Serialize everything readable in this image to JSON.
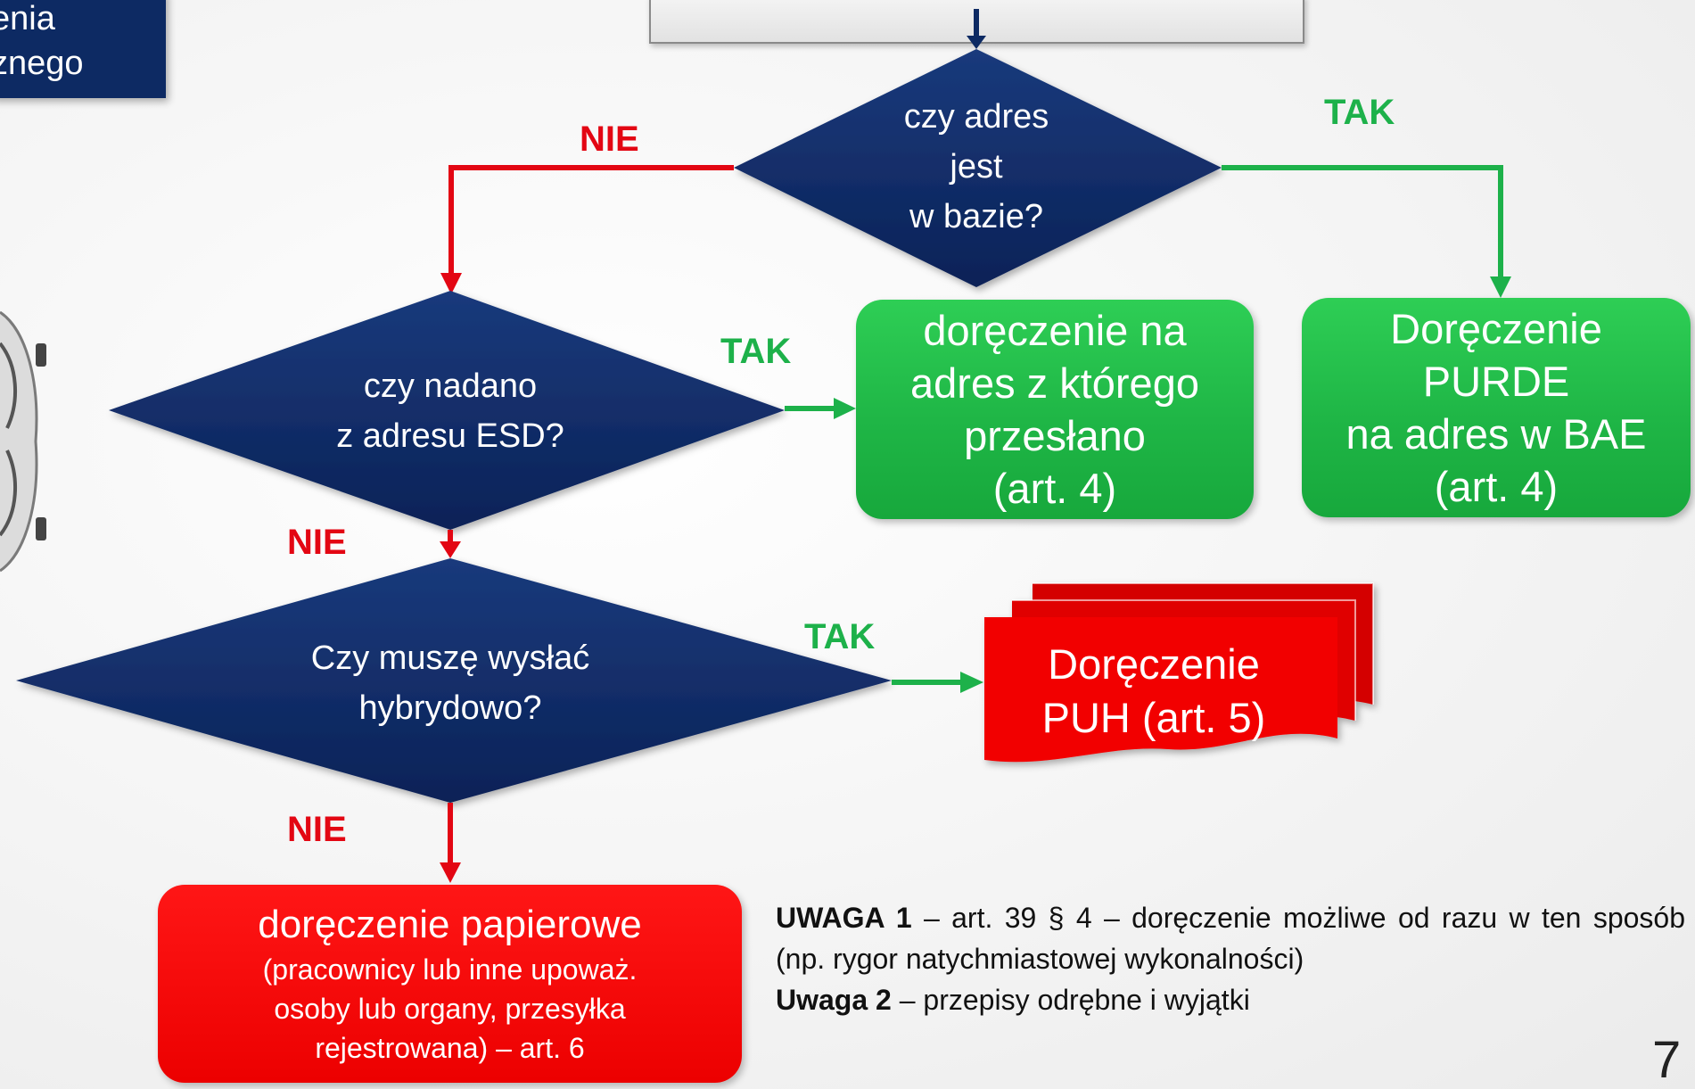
{
  "colors": {
    "navy": "#0d2a63",
    "green": "#1db14a",
    "red": "#e30613",
    "connector_green": "#1db14a",
    "connector_red": "#e30613"
  },
  "corner_box": {
    "line1": "enia",
    "line2": "znego"
  },
  "decisions": {
    "in_database": {
      "lines": [
        "czy adres",
        "jest",
        "w bazie?"
      ]
    },
    "sent_from_esd": {
      "lines": [
        "czy nadano",
        "z adresu ESD?"
      ]
    },
    "hybrid": {
      "lines": [
        "Czy muszę wysłać",
        "hybrydowo?"
      ]
    }
  },
  "branch_labels": {
    "nie_1": "NIE",
    "tak_1": "TAK",
    "tak_2": "TAK",
    "nie_2": "NIE",
    "tak_3": "TAK",
    "nie_3": "NIE"
  },
  "outcomes": {
    "reply_address": {
      "lines": [
        "doręczenie na",
        "adres z którego",
        "przesłano",
        "(art. 4)"
      ]
    },
    "purde": {
      "lines": [
        "Doręczenie",
        "PURDE",
        "na adres w BAE",
        "(art. 4)"
      ]
    },
    "puh": {
      "lines": [
        "Doręczenie",
        "PUH (art. 5)"
      ]
    },
    "paper": {
      "title": "doręczenie papierowe",
      "detail_lines": [
        "(pracownicy lub inne upoważ.",
        "osoby lub organy, przesyłka",
        "rejestrowana) – art. 6"
      ]
    }
  },
  "notes": {
    "note1_label": "UWAGA 1",
    "note1_text": " – art. 39 § 4 – doręczenie możliwe od razu w ten sposób (np. rygor natychmiastowej wykonalności)",
    "note2_label": "Uwaga 2",
    "note2_text": " – przepisy odrębne i wyjątki"
  },
  "slide_number": "7"
}
